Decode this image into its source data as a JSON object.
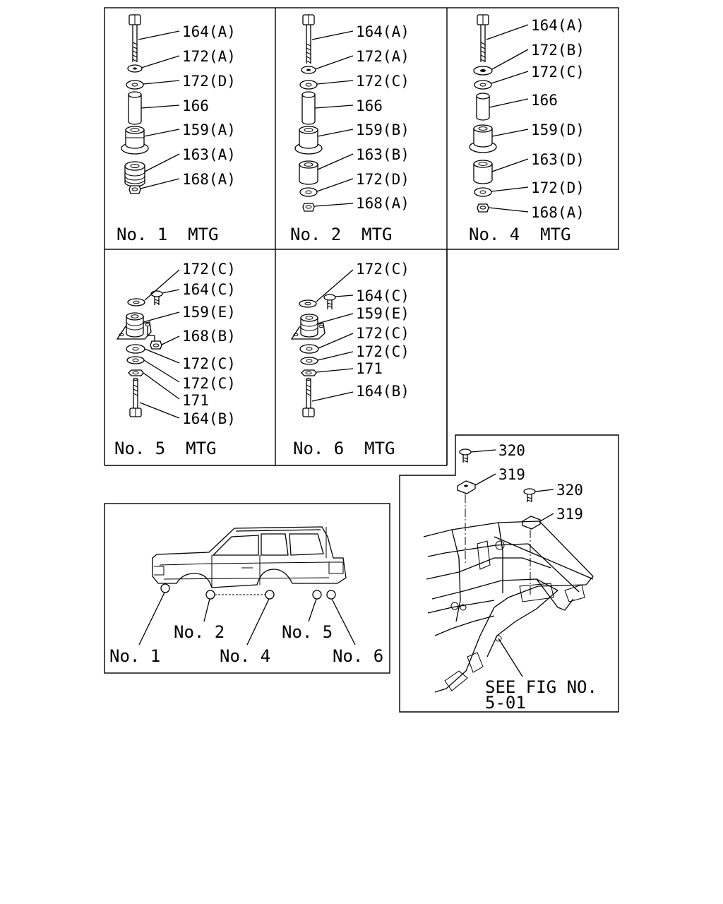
{
  "panels": {
    "mtg1": {
      "title": "No. 1  MTG",
      "labels": [
        "164(A)",
        "172(A)",
        "172(D)",
        "166",
        "159(A)",
        "163(A)",
        "168(A)"
      ]
    },
    "mtg2": {
      "title": "No. 2  MTG",
      "labels": [
        "164(A)",
        "172(A)",
        "172(C)",
        "166",
        "159(B)",
        "163(B)",
        "172(D)",
        "168(A)"
      ]
    },
    "mtg4": {
      "title": "No. 4  MTG",
      "labels": [
        "164(A)",
        "172(B)",
        "172(C)",
        "166",
        "159(D)",
        "163(D)",
        "172(D)",
        "168(A)"
      ]
    },
    "mtg5": {
      "title": "No. 5  MTG",
      "labels": [
        "172(C)",
        "164(C)",
        "159(E)",
        "168(B)",
        "172(C)",
        "172(C)",
        "171",
        "164(B)"
      ]
    },
    "mtg6": {
      "title": "No. 6  MTG",
      "labels": [
        "172(C)",
        "164(C)",
        "159(E)",
        "172(C)",
        "172(C)",
        "171",
        "164(B)"
      ]
    }
  },
  "vehicle": {
    "labels": [
      "No. 1",
      "No. 2",
      "No. 4",
      "No. 5",
      "No. 6"
    ]
  },
  "frame": {
    "labels": [
      "320",
      "319",
      "320",
      "319"
    ],
    "see_fig": [
      "SEE FIG NO.",
      "5-01"
    ]
  }
}
